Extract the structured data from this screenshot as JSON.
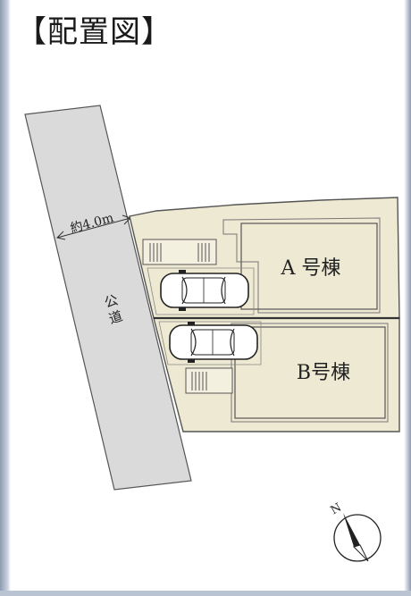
{
  "title": "【配置図】",
  "road": {
    "width_label": "約4.0m",
    "name_line1": "公",
    "name_line2": "道"
  },
  "buildings": [
    {
      "label": "A 号棟"
    },
    {
      "label": "B号棟"
    }
  ],
  "compass": {
    "north_label": "N"
  },
  "colors": {
    "road": "#dadada",
    "lot": "#eee9d2",
    "lot_border": "#555555",
    "building_border": "#777777"
  }
}
